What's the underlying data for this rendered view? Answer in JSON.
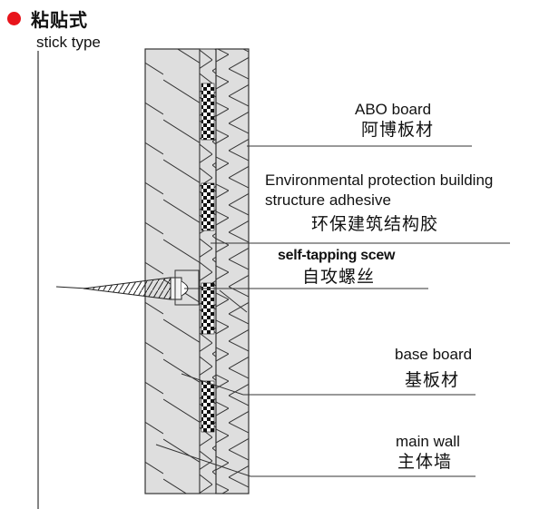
{
  "heading": {
    "text": "粘贴式",
    "dot_color": "#e8141b"
  },
  "subtitle": "stick type",
  "labels": {
    "abo_en": "ABO board",
    "abo_zh": "阿博板材",
    "adhesive_en_1": "Environmental protection building",
    "adhesive_en_2": "structure adhesive",
    "adhesive_zh": "环保建筑结构胶",
    "screw_en": "self-tapping scew",
    "screw_zh": "自攻螺丝",
    "base_en": "base board",
    "base_zh": "基板材",
    "wall_en": "main wall",
    "wall_zh": "主体墙"
  },
  "colors": {
    "panel_fill": "#dedede",
    "line": "#333333",
    "checker": "#111111"
  }
}
